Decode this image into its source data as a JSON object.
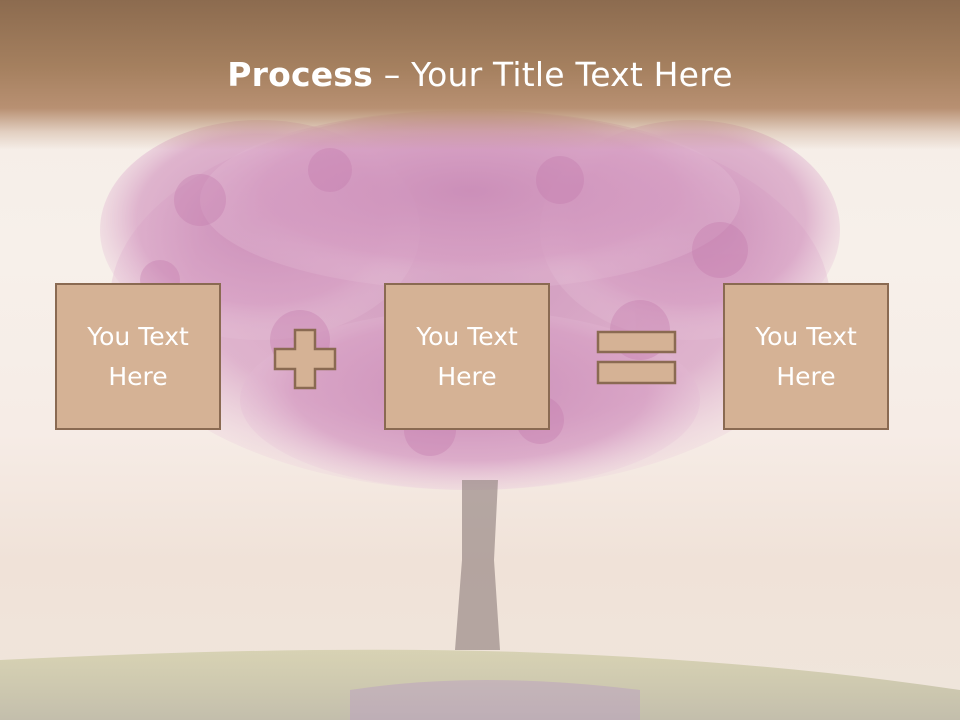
{
  "title": {
    "bold": "Process",
    "dash": " – ",
    "rest": "Your Title Text Here"
  },
  "boxes": [
    {
      "text": "You Text\nHere"
    },
    {
      "text": "You Text\nHere"
    },
    {
      "text": "You Text\nHere"
    }
  ],
  "operators": [
    "plus-icon",
    "equals-icon"
  ],
  "colors": {
    "title_band": "#a5805f",
    "box_fill": "#d5b295",
    "box_border": "#8a6a52",
    "text": "#ffffff",
    "tree_foliage": "#c884b2"
  }
}
